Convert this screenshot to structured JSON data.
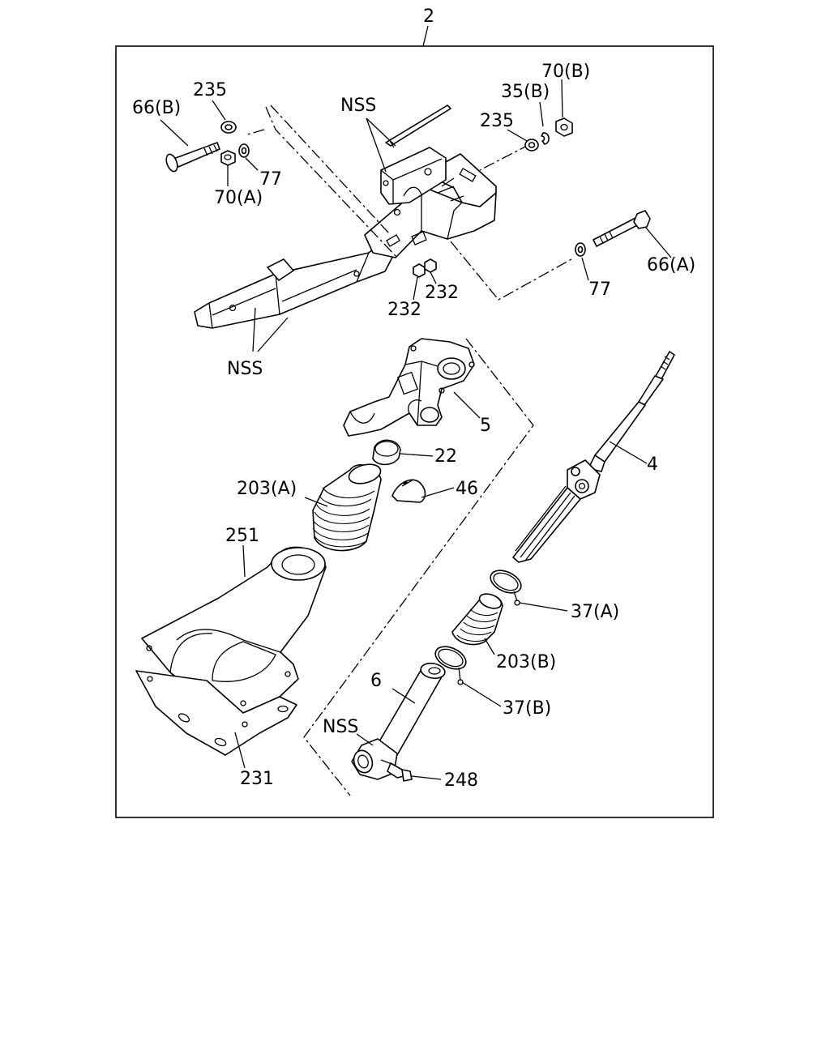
{
  "callouts": {
    "assembly": "2",
    "p66b": "66(B)",
    "p235_left": "235",
    "p70a": "70(A)",
    "p77_left": "77",
    "nss_top": "NSS",
    "p235_right": "235",
    "p35b": "35(B)",
    "p70b": "70(B)",
    "p66a": "66(A)",
    "p77_right": "77",
    "p232_a": "232",
    "p232_b": "232",
    "nss_bracket": "NSS",
    "p5": "5",
    "p22": "22",
    "p46": "46",
    "p203a": "203(A)",
    "p251": "251",
    "p4": "4",
    "p37a": "37(A)",
    "p203b": "203(B)",
    "p6": "6",
    "p37b": "37(B)",
    "nss_lower": "NSS",
    "p248": "248",
    "p231": "231"
  }
}
